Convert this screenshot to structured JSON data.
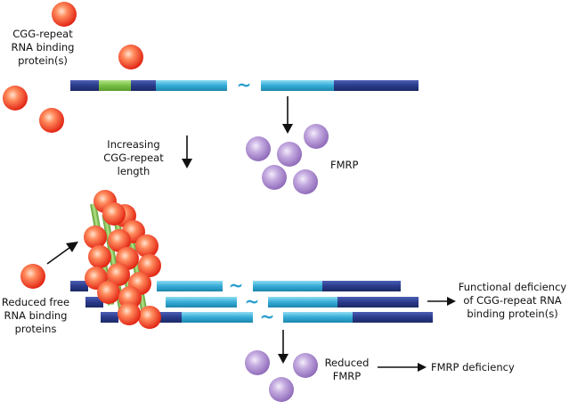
{
  "labels": {
    "binding_proteins": "CGG-repeat\nRNA binding\nprotein(s)",
    "increasing_length": "Increasing\nCGG-repeat length",
    "fmrp": "FMRP",
    "reduced_free": "Reduced free\nRNA binding\nproteins",
    "functional_deficiency": "Functional deficiency\nof CGG-repeat RNA\nbinding protein(s)",
    "reduced_fmrp": "Reduced\nFMRP",
    "fmrp_deficiency": "FMRP deficiency"
  },
  "gap_symbol": "~",
  "colors": {
    "dark_blue": "#2e3f8f",
    "light_blue": "#3fb3d9",
    "green_repeat": "#7fc34a",
    "red_protein": "#e8341c",
    "purple_fmrp": "#a685c9",
    "arrow": "#111111"
  }
}
